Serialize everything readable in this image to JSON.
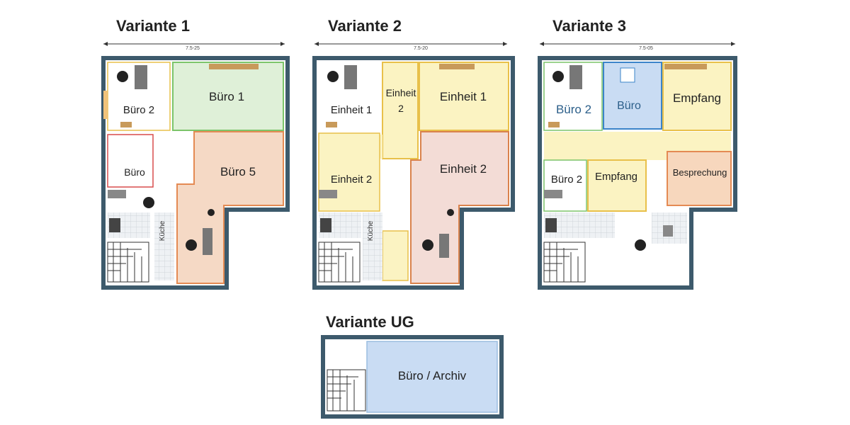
{
  "titles": {
    "v1": "Variante 1",
    "v2": "Variante 2",
    "v3": "Variante 3",
    "ug": "Variante UG"
  },
  "dimensions": {
    "v1": "7.5-25",
    "v2": "7.5-20",
    "v3": "7.5-05"
  },
  "rooms": {
    "v1": {
      "buero2": "Büro 2",
      "buero1": "Büro 1",
      "buero": "Büro",
      "buero5": "Büro 5",
      "kueche": "Küche"
    },
    "v2": {
      "einheit1_left": "Einheit 1",
      "einheit2_top_a": "Einheit",
      "einheit2_top_b": "2",
      "einheit1_right": "Einheit 1",
      "einheit2_left": "Einheit 2",
      "einheit2_right": "Einheit 2",
      "kueche": "Küche"
    },
    "v3": {
      "buero2_top": "Büro 2",
      "buero": "Büro",
      "empfang_top": "Empfang",
      "buero2_bottom": "Büro 2",
      "empfang_bottom": "Empfang",
      "besprechung": "Besprechung"
    },
    "ug": {
      "buero_archiv": "Büro / Archiv"
    }
  },
  "colors": {
    "wall": "#3d5a6c",
    "v1_buero1": "#dff0d8",
    "v1_buero5": "#f5d9c5",
    "v1_buero": "#ffffff",
    "yellow": "#fbf3c2",
    "pink": "#f3dcd6",
    "blue": "#c9dcf3",
    "orange": "#f7d7bd",
    "gray_floor": "#eef1f4"
  }
}
